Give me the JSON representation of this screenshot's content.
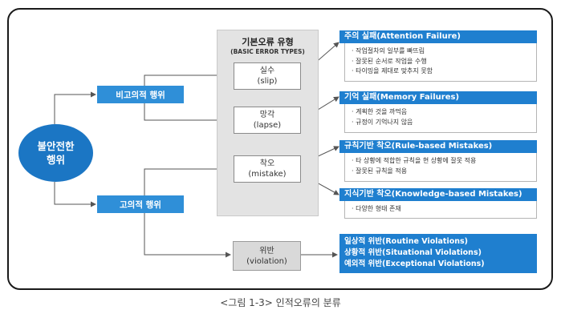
{
  "root": {
    "label": "불안전한\n행위"
  },
  "categories": {
    "unintended": "비고의적 행위",
    "intended": "고의적 행위"
  },
  "panel": {
    "title": "기본오류 유형",
    "subtitle": "(BASIC ERROR TYPES)"
  },
  "types": {
    "slip": {
      "ko": "실수",
      "en": "(slip)"
    },
    "lapse": {
      "ko": "망각",
      "en": "(lapse)"
    },
    "mistake": {
      "ko": "착오",
      "en": "(mistake)"
    },
    "violation": {
      "ko": "위반",
      "en": "(violation)"
    }
  },
  "details": {
    "attention": {
      "title": "주의 실패(Attention Failure)",
      "items": [
        "· 작업절차의 일부를 빠뜨림",
        "· 잘못된 순서로 작업을 수행",
        "· 타이밍을 제대로 맞추지 못함"
      ]
    },
    "memory": {
      "title": "기억 실패(Memory Failures)",
      "items": [
        "· 계획한 것을 까먹음",
        "· 규정이 기억나지 않음"
      ]
    },
    "rule": {
      "title": "규칙기반 착오(Rule-based Mistakes)",
      "items": [
        "· 타 상황에 적합한 규칙을 현 상황에 잘못 적용",
        "· 잘못된 규칙을 적용"
      ]
    },
    "knowledge": {
      "title": "지식기반 착오(Knowledge-based Mistakes)",
      "items": [
        "· 다양한 형태 존재"
      ]
    },
    "violations": {
      "items": [
        "일상적 위반(Routine Violations)",
        "상황적 위반(Situational Violations)",
        "예외적 위반(Exceptional Violations)"
      ]
    }
  },
  "caption": "<그림 1-3> 인적오류의 분류"
}
